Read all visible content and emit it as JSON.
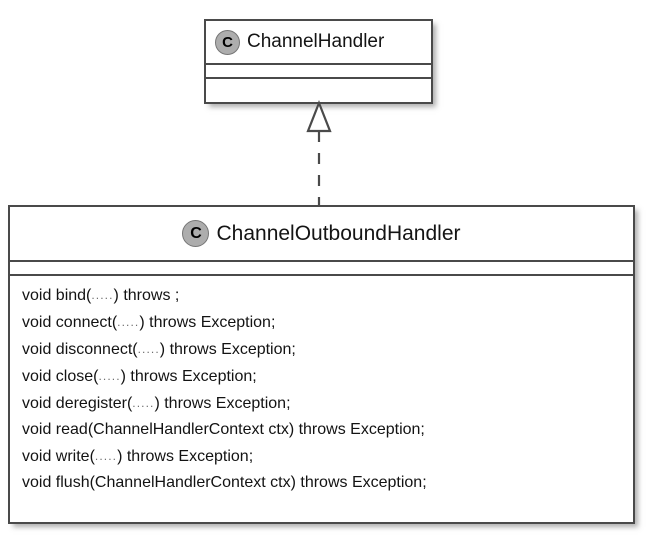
{
  "diagram": {
    "type": "uml-class-diagram",
    "background_color": "#ffffff",
    "line_color": "#4a4a4a",
    "text_color": "#131313",
    "icon_fill": "#adadad",
    "icon_border": "#767676"
  },
  "classes": [
    {
      "id": "channel-handler",
      "name": "ChannelHandler",
      "stereotype_icon": "class-circle-icon",
      "stereotype_letter": "C",
      "attributes": [],
      "methods": []
    },
    {
      "id": "channel-outbound-handler",
      "name": "ChannelOutboundHandler",
      "stereotype_icon": "class-circle-icon",
      "stereotype_letter": "C",
      "attributes": [],
      "methods": [
        {
          "prefix": "void bind(",
          "args": ".....",
          "suffix": ") throws ;"
        },
        {
          "prefix": "void connect(",
          "args": ".....",
          "suffix": ") throws Exception;"
        },
        {
          "prefix": "void disconnect(",
          "args": ".....",
          "suffix": ") throws Exception;"
        },
        {
          "prefix": "void close(",
          "args": ".....",
          "suffix": ") throws Exception;"
        },
        {
          "prefix": "void deregister(",
          "args": ".....",
          "suffix": ") throws Exception;"
        },
        {
          "prefix": "void read(ChannelHandlerContext ctx",
          "args": "",
          "suffix": ") throws Exception;"
        },
        {
          "prefix": "void write(",
          "args": ".....",
          "suffix": ") throws Exception;"
        },
        {
          "prefix": "void flush(ChannelHandlerContext ctx",
          "args": "",
          "suffix": ") throws Exception;"
        }
      ]
    }
  ],
  "relationships": [
    {
      "id": "realization-outbound-to-handler",
      "kind": "realization",
      "line_style": "dashed",
      "arrow_head": "hollow-triangle",
      "from": "ChannelOutboundHandler",
      "to": "ChannelHandler"
    }
  ]
}
